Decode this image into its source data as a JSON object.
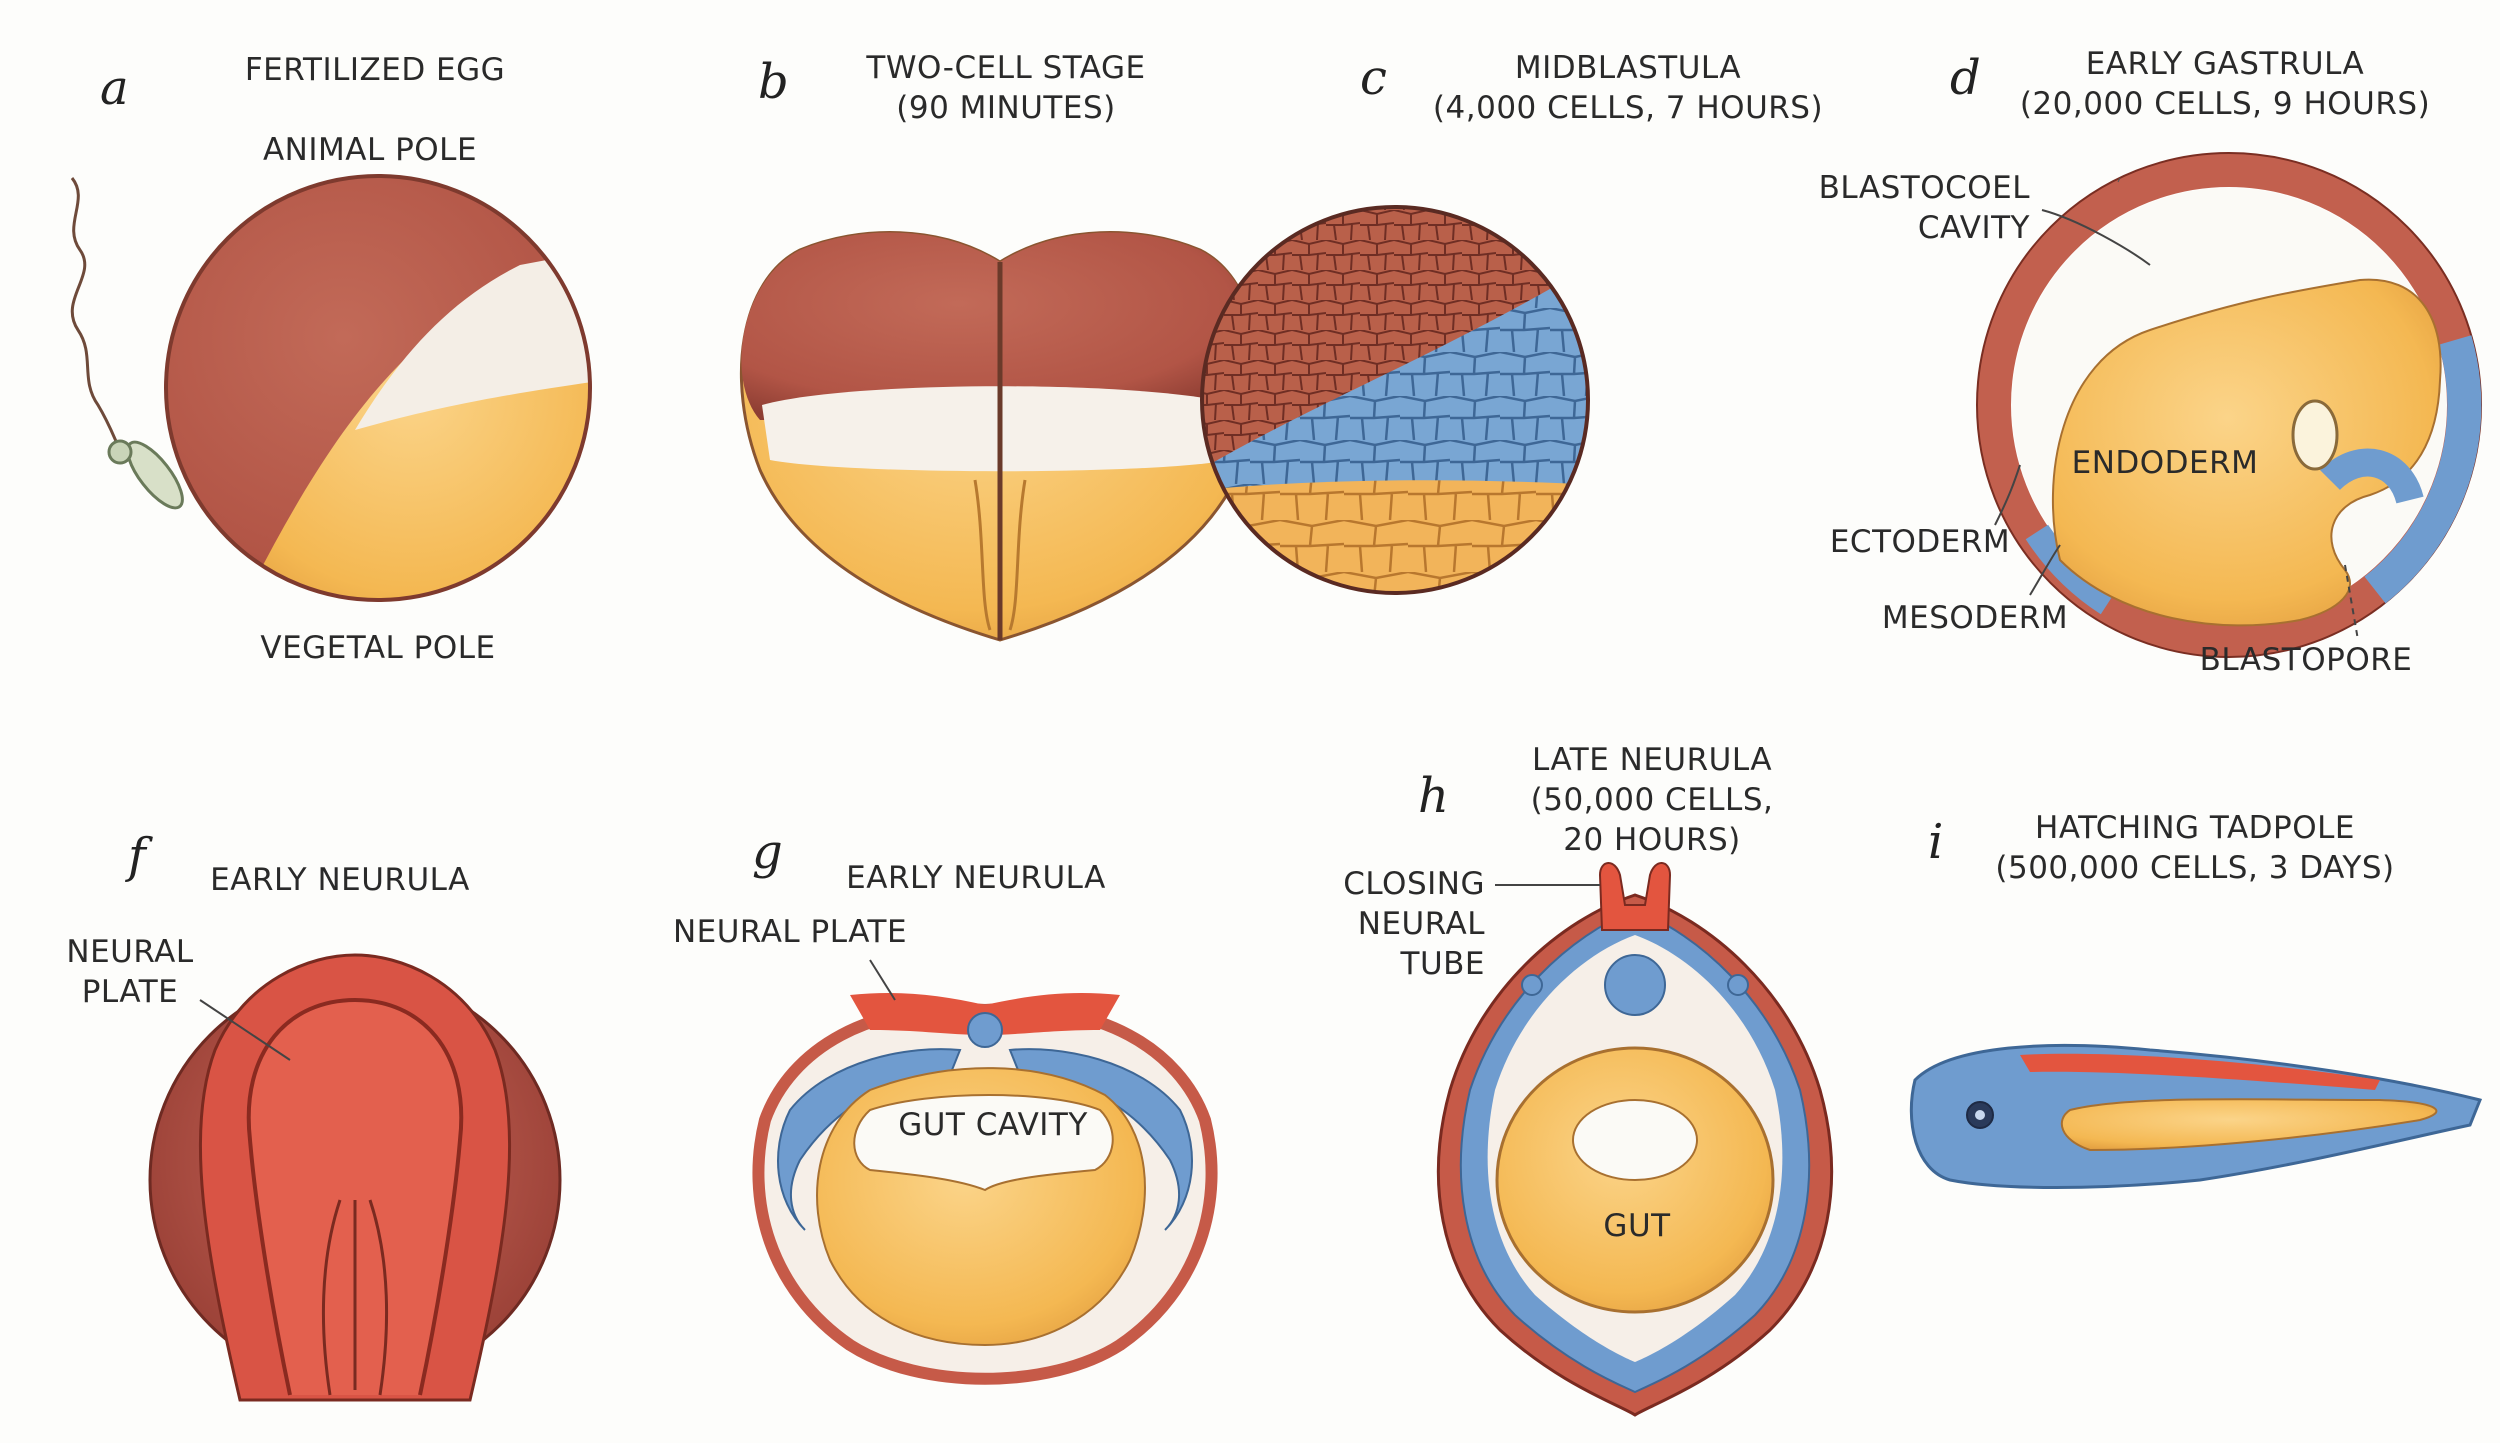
{
  "panels": {
    "a": {
      "letter": "a",
      "title": "FERTILIZED EGG",
      "animal_pole": "ANIMAL POLE",
      "vegetal_pole": "VEGETAL POLE"
    },
    "b": {
      "letter": "b",
      "title_1": "TWO-CELL STAGE",
      "title_2": "(90 MINUTES)"
    },
    "c": {
      "letter": "c",
      "title_1": "MIDBLASTULA",
      "title_2": "(4,000 CELLS, 7 HOURS)"
    },
    "d": {
      "letter": "d",
      "title_1": "EARLY GASTRULA",
      "title_2": "(20,000 CELLS, 9 HOURS)",
      "blastocoel_1": "BLASTOCOEL",
      "blastocoel_2": "CAVITY",
      "endoderm": "ENDODERM",
      "ectoderm": "ECTODERM",
      "mesoderm": "MESODERM",
      "blastopore": "BLASTOPORE"
    },
    "f": {
      "letter": "f",
      "title": "EARLY NEURULA",
      "neural_plate_1": "NEURAL",
      "neural_plate_2": "PLATE"
    },
    "g": {
      "letter": "g",
      "title": "EARLY NEURULA",
      "neural_plate": "NEURAL PLATE",
      "gut_cavity": "GUT CAVITY"
    },
    "h": {
      "letter": "h",
      "title_1": "LATE NEURULA",
      "title_2": "(50,000 CELLS,",
      "title_3": "20 HOURS)",
      "closing_1": "CLOSING",
      "closing_2": "NEURAL",
      "closing_3": "TUBE",
      "gut": "GUT"
    },
    "i": {
      "letter": "i",
      "title_1": "HATCHING TADPOLE",
      "title_2": "(500,000 CELLS, 3 DAYS)"
    }
  },
  "colors": {
    "animal_hemisphere": "#b5584a",
    "yolk": "#f2b650",
    "grey_crescent": "#f3ece4",
    "mesoderm_blue": "#6f9ccf",
    "ectoderm_red": "#d95a44",
    "neural_red": "#e3553f"
  }
}
